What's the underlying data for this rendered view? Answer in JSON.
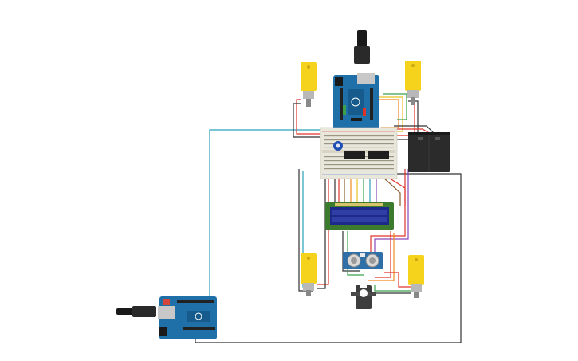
{
  "colors": {
    "arduino_blue": "#1f6fa8",
    "arduino_dark": "#175a8c",
    "motor_yellow": "#f5d21c",
    "motor_gray": "#b8b8b8",
    "breadboard": "#e9e6dc",
    "battery": "#2b2b2b",
    "lcd_bezel": "#3c7a2e",
    "lcd_screen": "#1d2a8a",
    "sensor_blue": "#2d6fa6",
    "servo": "#3d3d3d",
    "wire_cyan": "#2aa1b9",
    "wire_black": "#333333",
    "wire_red": "#e0342b",
    "wire_orange": "#f08a1f",
    "wire_green": "#3aa14a",
    "wire_purple": "#8a49b8",
    "wire_brown": "#8b5a2b",
    "wire_yellow": "#e8c021"
  },
  "components": {
    "arduino_top": "arduino-uno",
    "arduino_bottom": "arduino-uno",
    "motors": [
      "dc-gear-motor",
      "dc-gear-motor",
      "dc-gear-motor",
      "dc-gear-motor"
    ],
    "battery": "battery-pack",
    "breadboard": "breadboard",
    "lcd": "lcd-16x2",
    "ultrasonic": "ultrasonic-sensor",
    "servo": "micro-servo",
    "motor_drivers": [
      "l293d-driver",
      "l293d-driver"
    ],
    "potentiometer": "potentiometer"
  }
}
